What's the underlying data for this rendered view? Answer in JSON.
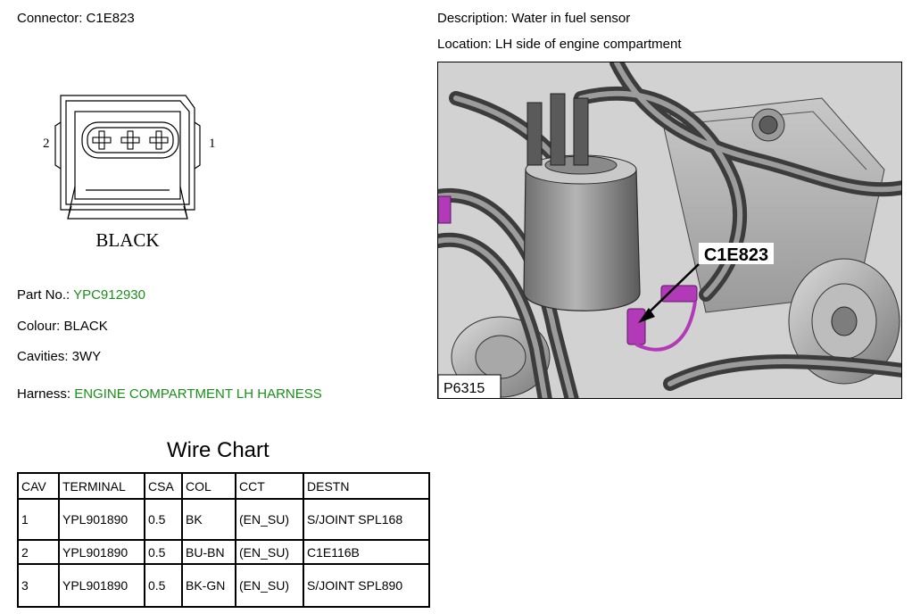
{
  "connector": {
    "title": "Connector: C1E823",
    "pin_left": "2",
    "pin_right": "1",
    "housing_colour_label": "BLACK"
  },
  "description": "Description: Water in fuel sensor",
  "location": "Location: LH side of engine compartment",
  "part_no": {
    "label": "Part No.: ",
    "value": "YPC912930"
  },
  "colour": "Colour: BLACK",
  "cavities": "Cavities: 3WY",
  "harness": {
    "label": "Harness: ",
    "value": "ENGINE COMPARTMENT LH HARNESS"
  },
  "wire_chart": {
    "title": "Wire Chart",
    "columns": [
      "CAV",
      "TERMINAL",
      "CSA",
      "COL",
      "CCT",
      "DESTN"
    ],
    "rows": [
      [
        "1",
        "YPL901890",
        "0.5",
        "BK",
        "(EN_SU)",
        "S/JOINT SPL168"
      ],
      [
        "2",
        "YPL901890",
        "0.5",
        "BU-BN",
        "(EN_SU)",
        "C1E116B"
      ],
      [
        "3",
        "YPL901890",
        "0.5",
        "BK-GN",
        "(EN_SU)",
        "S/JOINT SPL890"
      ]
    ]
  },
  "photo": {
    "callout": "C1E823",
    "reference": "P6315"
  },
  "colors": {
    "highlight_green": "#1a8f1a",
    "connector_magenta": "#b23ab8"
  }
}
